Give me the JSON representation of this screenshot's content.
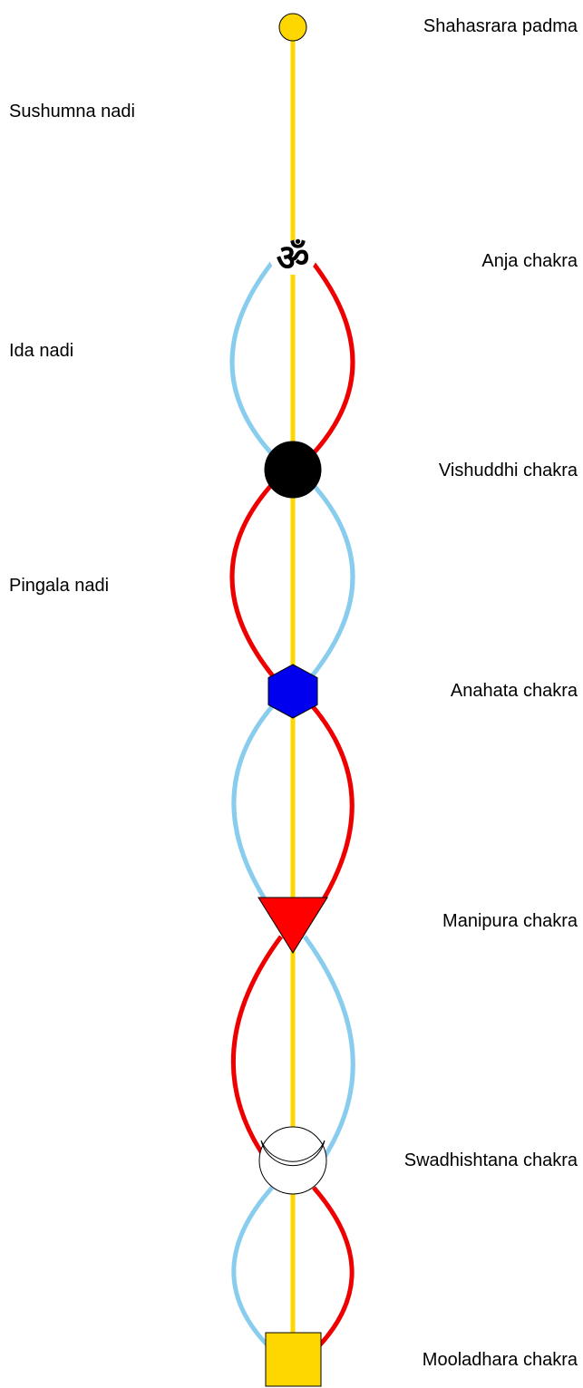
{
  "nadis": {
    "sushumna": "Sushumna nadi",
    "ida": "Ida nadi",
    "pingala": "Pingala nadi"
  },
  "chakras": {
    "shahasrara": "Shahasrara padma",
    "anja": "Anja chakra",
    "vishuddhi": "Vishuddhi chakra",
    "anahata": "Anahata chakra",
    "manipura": "Manipura chakra",
    "swadhishtana": "Swadhishtana chakra",
    "mooladhara": "Mooladhara chakra"
  },
  "om_symbol": "ॐ",
  "colors": {
    "sushumna": "#FFD700",
    "ida": "#88CCEE",
    "pingala": "#EE0000",
    "shahasrara": "#FFD700",
    "vishuddhi": "#000000",
    "anahata": "#0000EE",
    "manipura": "#FF0000",
    "swadhishtana": "#FFFFFF",
    "mooladhara": "#FFD700"
  }
}
